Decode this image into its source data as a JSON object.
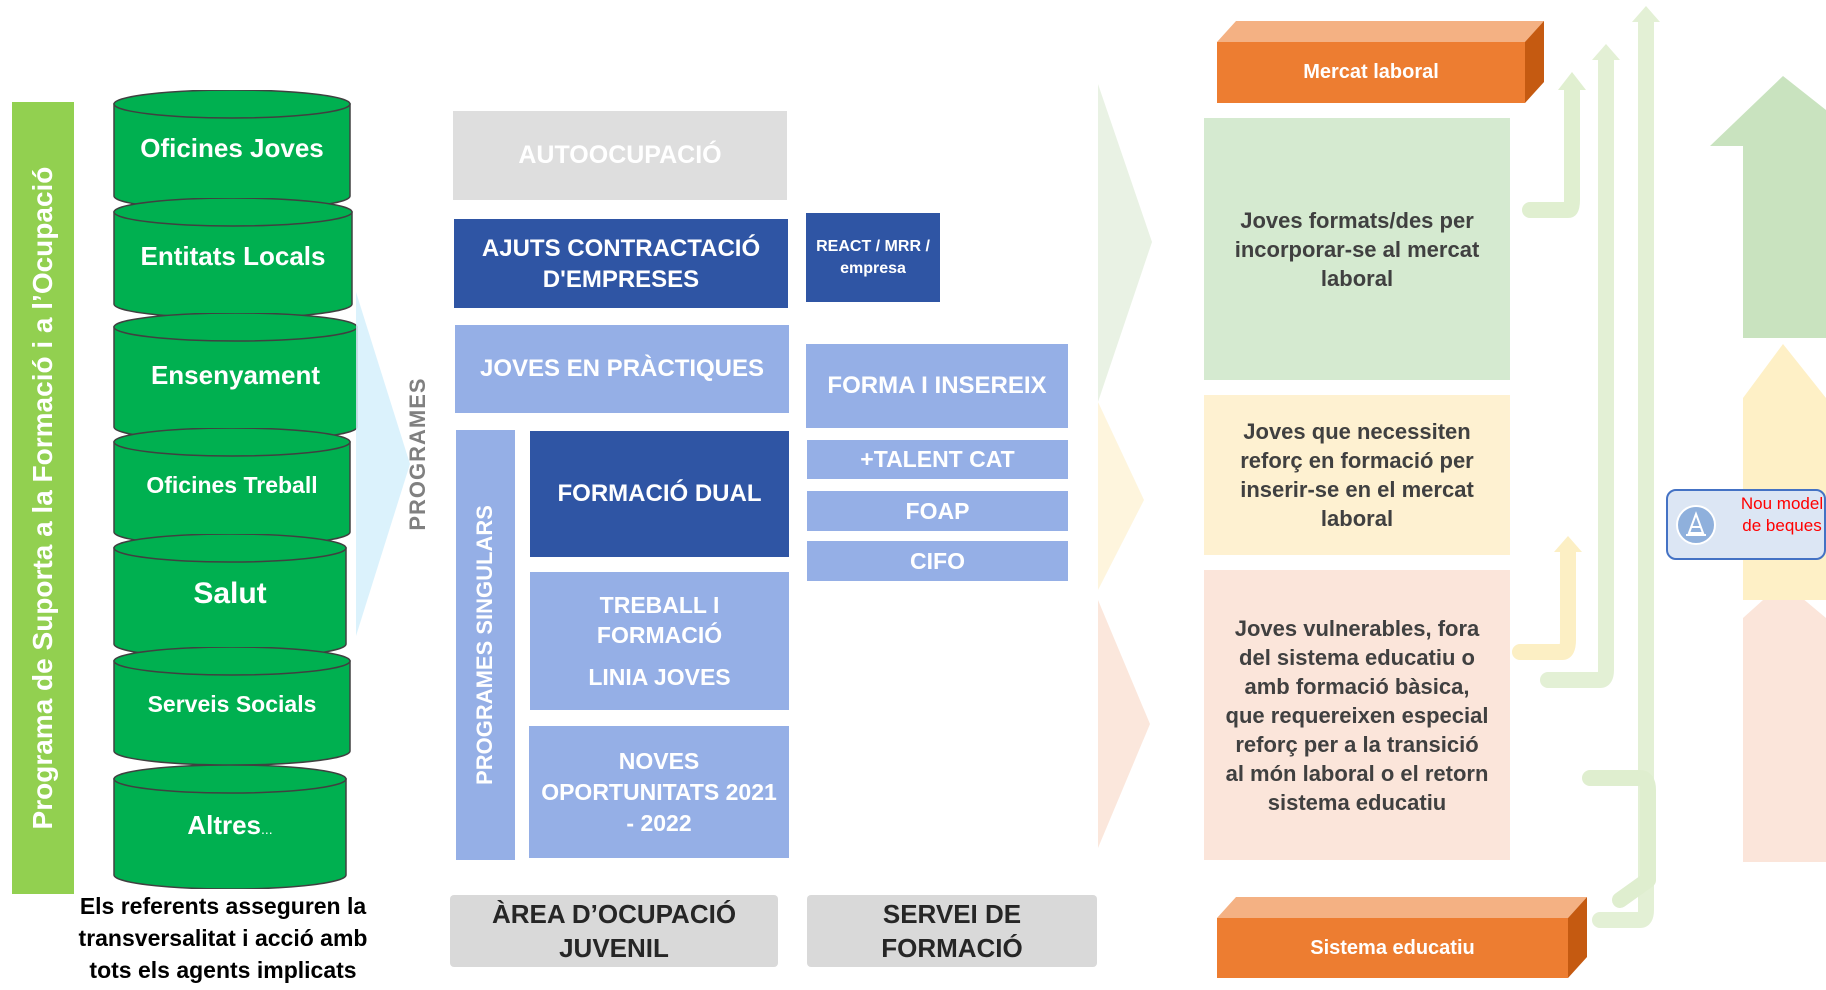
{
  "program_banner": "Programa de Suporta  a la Formació i a l’Ocupació",
  "cylinders": [
    {
      "label": "Oficines Joves"
    },
    {
      "label": "Entitats Locals"
    },
    {
      "label": "Ensenyament"
    },
    {
      "label": "Oficines Treball"
    },
    {
      "label": "Salut"
    },
    {
      "label": "Serveis Socials"
    },
    {
      "label": "Altres",
      "suffix": "..."
    }
  ],
  "referents_note": "Els referents  asseguren la transversalitat i acció amb tots els agents implicats",
  "programes_label": "PROGRAMES",
  "programes_singulars_label": "PROGRAMES SINGULARS",
  "programs": {
    "autoocupacio": "AUTOOCUPACIÓ",
    "ajuts": "AJUTS CONTRACTACIÓ D'EMPRESES",
    "react": "REACT / MRR / empresa",
    "joves_practiques": "JOVES EN PRÀCTIQUES",
    "forma_insereix": "FORMA I INSEREIX",
    "formacio_dual": "FORMACIÓ DUAL",
    "talent_cat": "+TALENT CAT",
    "foap": "FOAP",
    "cifo": "CIFO",
    "treball_formacio": "TREBALL I  FORMACIÓ",
    "linia_joves": "LINIA JOVES",
    "noves_oportunitats": "NOVES OPORTUNITATS 2021 - 2022"
  },
  "areas": {
    "ocupacio_juvenil": "ÀREA D’OCUPACIÓ JUVENIL",
    "servei_formacio": "SERVEI DE FORMACIÓ"
  },
  "destinations": {
    "mercat_laboral": "Mercat laboral",
    "sistema_educatiu": "Sistema educatiu"
  },
  "targets": [
    {
      "text": "Joves formats/des per incorporar-se al mercat laboral",
      "color": "#d5ead0"
    },
    {
      "text": "Joves que necessiten reforç en formació per inserir-se en el mercat laboral",
      "color": "#fef1d1"
    },
    {
      "text": "Joves vulnerables,  fora del sistema educatiu o amb formació bàsica, que requereixen especial reforç per a la transició al món laboral o el retorn sistema educatiu",
      "color": "#fbe5da"
    }
  ],
  "nou_model": "Nou model de beques",
  "colors": {
    "cylinder_green": "#00b050",
    "banner_green": "#92d050",
    "dark_blue": "#2f55a4",
    "light_blue": "#95afe6",
    "orange": "#ed7d31"
  }
}
